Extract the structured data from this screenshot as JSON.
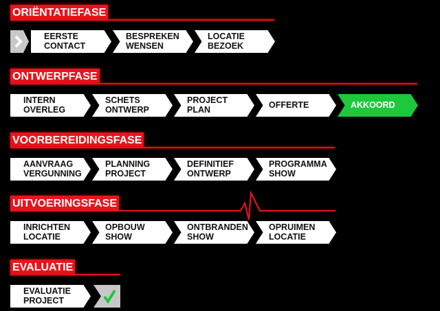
{
  "phases": [
    {
      "title": "ORIËNTATIEFASE",
      "steps": [
        "EERSTE\nCONTACT",
        "BESPREKEN\nWENSEN",
        "LOCATIE\nBEZOEK"
      ]
    },
    {
      "title": "ONTWERPFASE",
      "steps": [
        "INTERN\nOVERLEG",
        "SCHETS\nONTWERP",
        "PROJECT\nPLAN",
        "OFFERTE",
        "AKKOORD"
      ]
    },
    {
      "title": "VOORBEREIDINGSFASE",
      "steps": [
        "AANVRAAG\nVERGUNNING",
        "PLANNING\nPROJECT",
        "DEFINITIEF\nONTWERP",
        "PROGRAMMA\nSHOW"
      ]
    },
    {
      "title": "UITVOERINGSFASE",
      "steps": [
        "INRICHTEN\nLOCATIE",
        "OPBOUW\nSHOW",
        "ONTBRANDEN\nSHOW",
        "OPRUIMEN\nLOCATIE"
      ]
    },
    {
      "title": "EVALUATIE",
      "steps": [
        "EVALUATIE\nPROJECT"
      ]
    }
  ],
  "colors": {
    "accent": "#e8141c",
    "done": "#1ec83c",
    "icon_bg": "#c8c8c8"
  }
}
